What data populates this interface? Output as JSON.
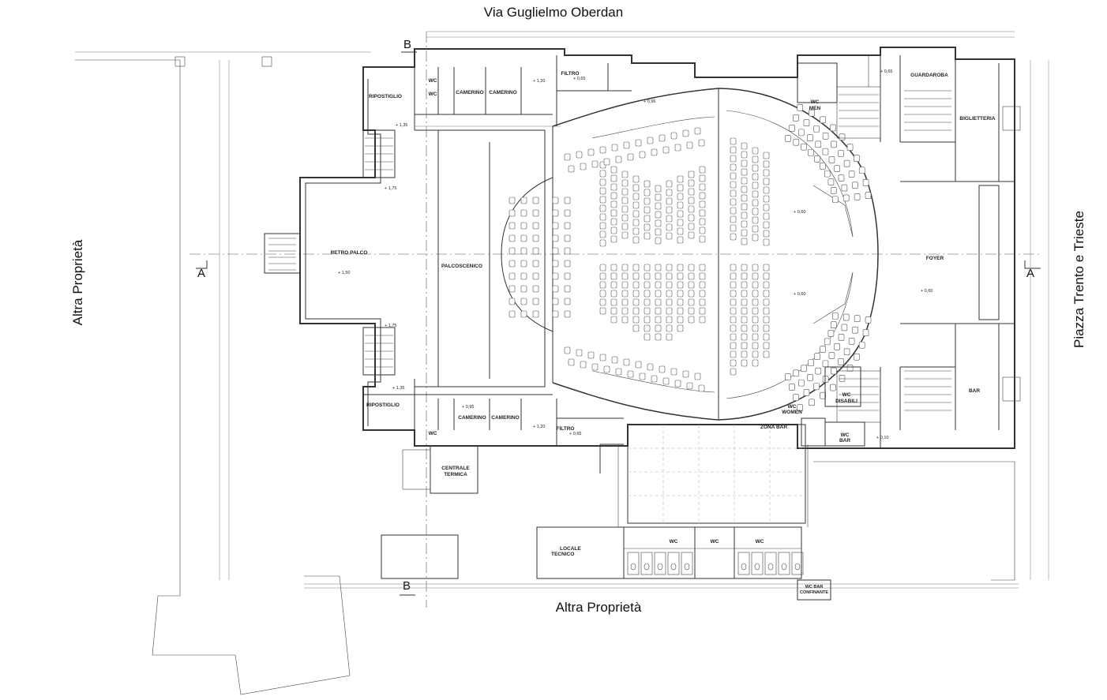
{
  "streets": {
    "top": "Via Guglielmo Oberdan",
    "bottom": "Altra Proprietà",
    "left": "Altra Proprietà",
    "right": "Piazza Trento e Trieste"
  },
  "section_markers": {
    "a_left": "A",
    "a_right": "A",
    "b_top": "B",
    "b_bottom": "B"
  },
  "rooms": {
    "ripostiglio_top": "RIPOSTIGLIO",
    "ripostiglio_bottom": "RIPOSTIGLIO",
    "wc_top_1": "WC",
    "wc_top_2": "WC",
    "camerino_top_1": "CAMERINO",
    "camerino_top_2": "CAMERINO",
    "filtro_top": "FILTRO",
    "camerino_bottom_1": "CAMERINO",
    "camerino_bottom_2": "CAMERINO",
    "filtro_bottom": "FILTRO",
    "wc_bottom": "WC",
    "retro_palco": "RETRO PALCO",
    "palcoscenico": "PALCOSCENICO",
    "centrale_termica_1": "CENTRALE",
    "centrale_termica_2": "TERMICA",
    "locale_tecnico_1": "LOCALE",
    "locale_tecnico_2": "TECNICO",
    "wc_men_top_1": "WC",
    "wc_men_top_2": "MEN",
    "wc_women_1": "WC",
    "wc_women_2": "WOMEN",
    "wc_disabili_1": "WC",
    "wc_disabili_2": "DISABILI",
    "wc_bar_1": "WC",
    "wc_bar_2": "BAR",
    "zona_bar": "ZONA BAR",
    "guardaroba": "GUARDAROBA",
    "biglietteria": "BIGLIETTERIA",
    "foyer": "FOYER",
    "bar": "BAR",
    "wc_block_1": "WC",
    "wc_block_2": "WC",
    "wc_block_3": "WC",
    "wc_bar_confinante_1": "WC BAR",
    "wc_bar_confinante_2": "CONFINANTE"
  },
  "levels": {
    "l_065_top": "+ 0,65",
    "l_120_top": "+ 1,20",
    "l_135_top": "+ 1,35",
    "l_175_top": "+ 1,75",
    "l_096": "+ 0,96",
    "l_065_right": "+ 0,65",
    "l_060_top": "+ 0,60",
    "l_150": "+ 1,50",
    "l_175_bottom": "+ 1,75",
    "l_135_bottom": "+ 1,35",
    "l_095_bottom": "+ 0,95",
    "l_120_bottom": "+ 1,20",
    "l_065_filtro": "+ 0,65",
    "l_060_right": "+ 0,60",
    "l_060_mid": "+ 0,60",
    "l_010": "+ 0,10"
  }
}
